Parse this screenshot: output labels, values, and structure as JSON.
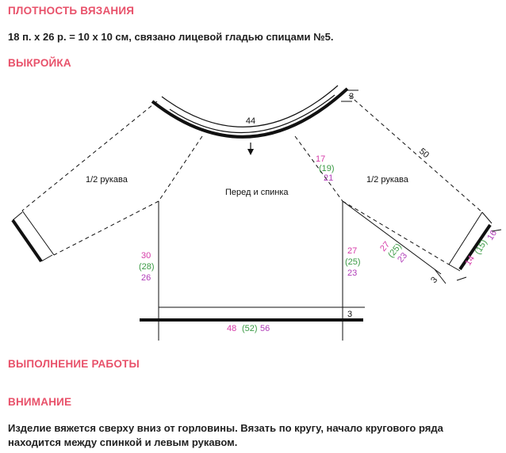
{
  "sections": {
    "density_title": "ПЛОТНОСТЬ ВЯЗАНИЯ",
    "density_text": "18 п. х 26 р. = 10 х 10 см, связано лицевой гладью спицами №5.",
    "pattern_title": "ВЫКРОЙКА",
    "work_title": "ВЫПОЛНЕНИЕ РАБОТЫ",
    "attention_title": "ВНИМАНИЕ",
    "attention_line1": "Изделие вяжется сверху вниз от горловины. Вязать по кругу, начало кругового ряда",
    "attention_line2": "находится между спинкой и левым рукавом."
  },
  "colors": {
    "heading": "#e8516a",
    "size_small": "#d63aa8",
    "size_medium": "#3a9a44",
    "size_large": "#b03cb8",
    "line": "#111111"
  },
  "pattern": {
    "neck_width": "44",
    "neck_band": "3",
    "raglan_length": "50",
    "sleeve_left_label": "1/2 рукава",
    "sleeve_right_label": "1/2 рукава",
    "body_label": "Перед и спинка",
    "raglan_depth": {
      "s": "17",
      "m": "(19)",
      "l": "21"
    },
    "side_left": {
      "s": "30",
      "m": "(28)",
      "l": "26"
    },
    "side_right": {
      "s": "27",
      "m": "(25)",
      "l": "23"
    },
    "sleeve_under": {
      "s": "27",
      "m": "(25)",
      "l": "23"
    },
    "cuff": {
      "s": "14",
      "m": "(15)",
      "l": "16"
    },
    "cuff_band": "3",
    "hem_band": "3",
    "hem_width": {
      "s": "48",
      "m": "(52)",
      "l": "56"
    }
  }
}
